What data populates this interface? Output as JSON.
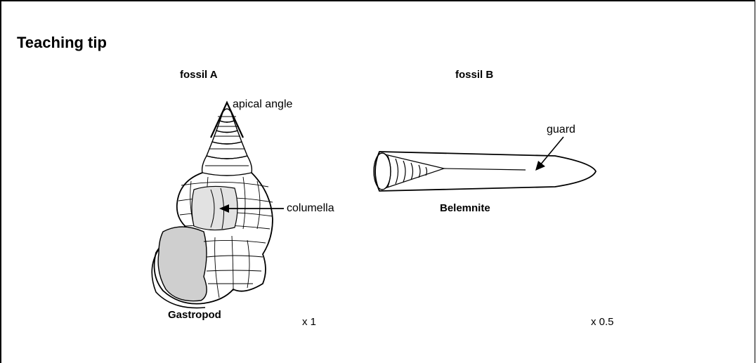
{
  "heading": "Teaching tip",
  "fossil_a": {
    "title": "fossil A",
    "name": "Gastropod",
    "scale": "x 1",
    "labels": {
      "apex": "apical angle",
      "column": "columella"
    }
  },
  "fossil_b": {
    "title": "fossil B",
    "name": "Belemnite",
    "scale": "x 0.5",
    "labels": {
      "guard": "guard"
    }
  }
}
